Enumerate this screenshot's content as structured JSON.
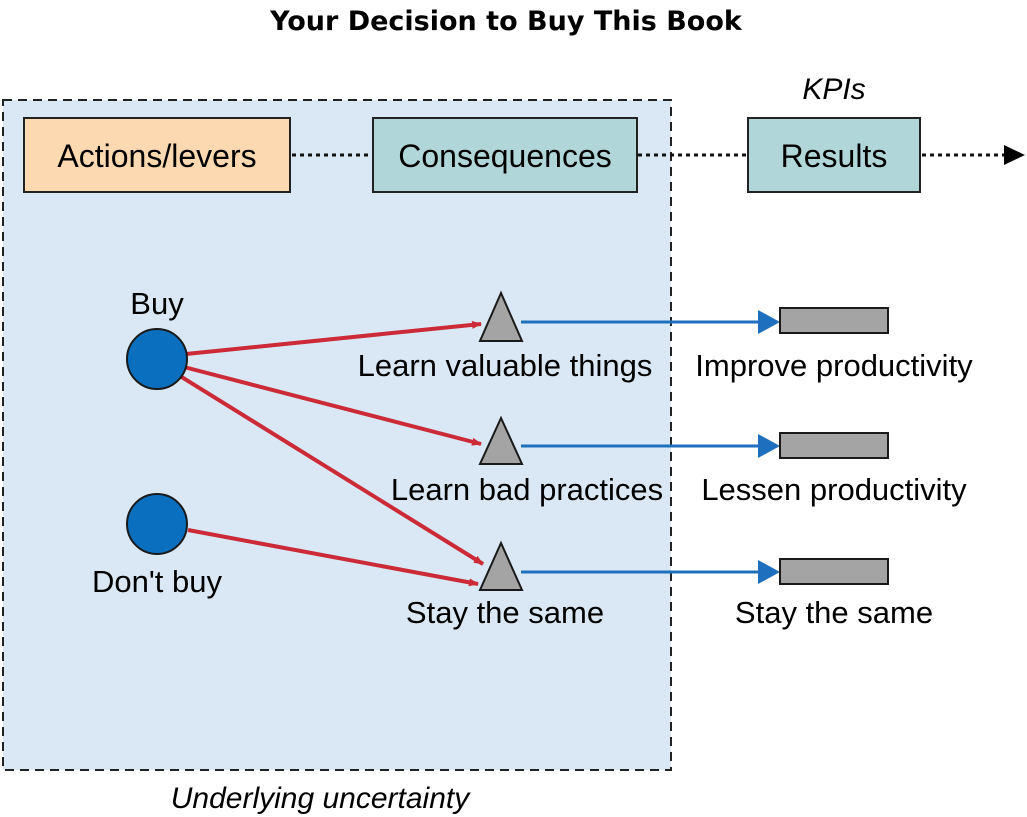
{
  "title": "Your Decision to Buy This Book",
  "kpi_label": "KPIs",
  "region_label": "Underlying uncertainty",
  "header_boxes": {
    "actions": "Actions/levers",
    "consequences": "Consequences",
    "results": "Results"
  },
  "decisions": [
    "Buy",
    "Don't buy"
  ],
  "consequences": [
    "Learn valuable things",
    "Learn bad practices",
    "Stay the same"
  ],
  "results": [
    "Improve productivity",
    "Lessen productivity",
    "Stay the same"
  ],
  "colors": {
    "region_fill": "#d9e8f4",
    "actions_fill": "#fcd9b0",
    "teal_fill": "#b0d6da",
    "decision_node": "#0a6fbf",
    "red_arrow": "#cc2a36",
    "blue_arrow": "#1f6fbf",
    "gray_shape": "#a4a4a4"
  }
}
